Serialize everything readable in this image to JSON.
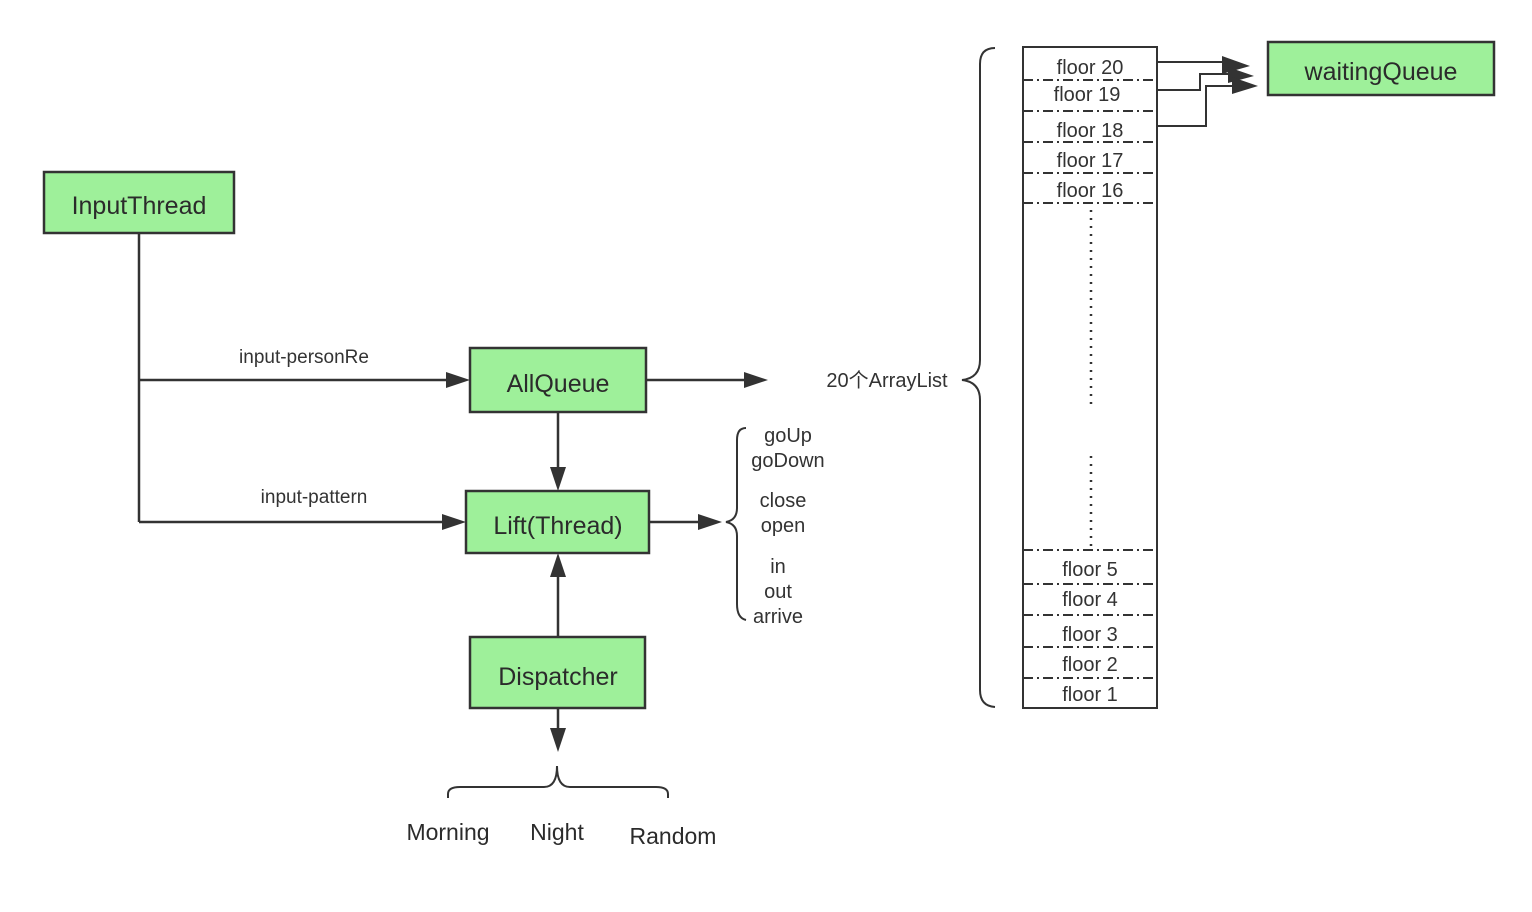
{
  "nodes": {
    "input_thread": "InputThread",
    "all_queue": "AllQueue",
    "lift": "Lift(Thread)",
    "dispatcher": "Dispatcher",
    "waiting_queue": "waitingQueue"
  },
  "edges": {
    "input_person": "input-personRe",
    "input_pattern": "input-pattern"
  },
  "array_list_label": "20个ArrayList",
  "lift_actions": [
    "goUp",
    "goDown",
    "close",
    "open",
    "in",
    "out",
    "arrive"
  ],
  "floors_top": [
    "floor 20",
    "floor 19",
    "floor 18",
    "floor 17",
    "floor 16"
  ],
  "floors_bottom": [
    "floor 5",
    "floor 4",
    "floor 3",
    "floor 2",
    "floor 1"
  ],
  "modes": [
    "Morning",
    "Night",
    "Random"
  ],
  "colors": {
    "node_fill": "#9ef09a",
    "stroke": "#333333",
    "background": "#ffffff"
  }
}
